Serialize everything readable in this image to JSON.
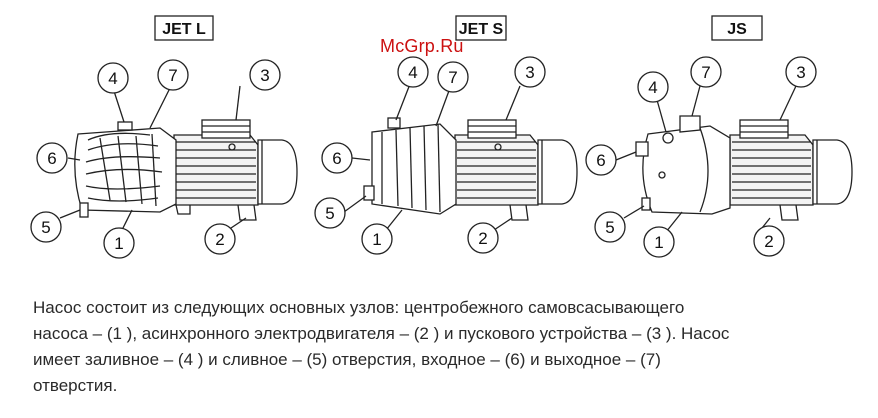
{
  "panels": [
    {
      "label": "JET L"
    },
    {
      "label": "JET S"
    },
    {
      "label": "JS"
    }
  ],
  "callouts": [
    "1",
    "2",
    "3",
    "4",
    "5",
    "6",
    "7"
  ],
  "watermark": "McGrp.Ru",
  "caption_lines": [
    "Насос состоит из следующих основных узлов: центробежного самовсасывающего",
    "насоса – (1 ), асинхронного электродвигателя – (2 ) и пускового устройства – (3 ). Насос",
    "имеет заливное – (4 ) и сливное – (5) отверстия, входное – (6) и выходное – (7)",
    "отверстия."
  ]
}
